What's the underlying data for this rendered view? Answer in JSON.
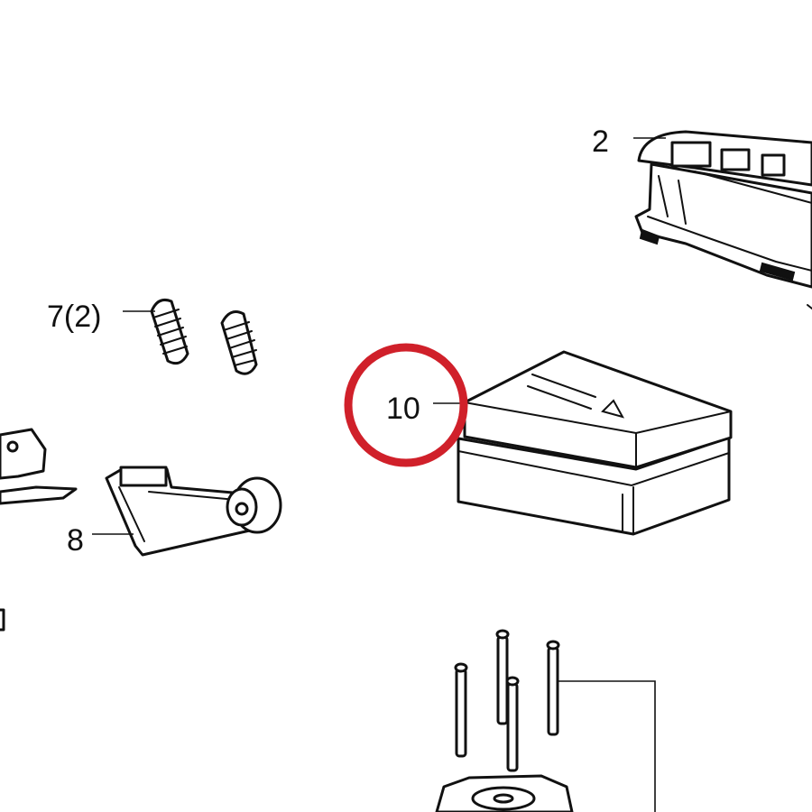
{
  "callouts": {
    "part_2": "2",
    "part_7": "7(2)",
    "part_8": "8",
    "part_10": "10"
  },
  "highlight": {
    "target": "10",
    "color": "#d0202a"
  }
}
